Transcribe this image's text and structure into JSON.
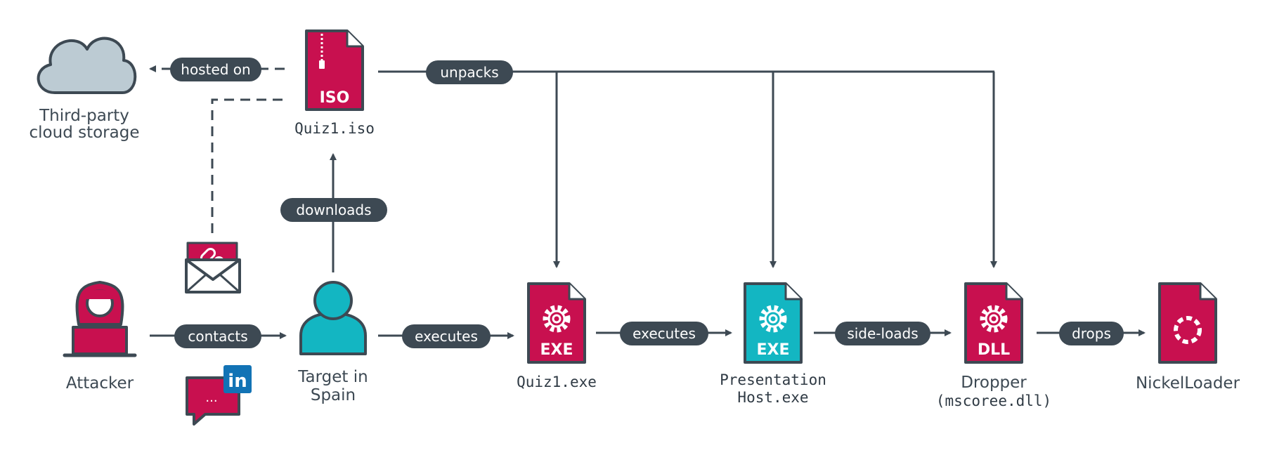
{
  "colors": {
    "crimson": "#c8104f",
    "teal": "#13b6c2",
    "slate": "#3d4953",
    "cloud": "#bccbd3",
    "linkedin": "#1273b5"
  },
  "nodes": {
    "cloud": {
      "label_lines": [
        "Third-party",
        "cloud storage"
      ],
      "icon": "cloud-icon"
    },
    "iso": {
      "badge": "ISO",
      "label": "Quiz1.iso",
      "icon": "zip-file-icon"
    },
    "attacker": {
      "label": "Attacker",
      "icon": "hooded-hacker-icon"
    },
    "target": {
      "label_lines": [
        "Target in",
        "Spain"
      ],
      "icon": "person-icon"
    },
    "quiz_exe": {
      "badge": "EXE",
      "label": "Quiz1.exe",
      "icon": "gear-file-icon"
    },
    "presentation": {
      "badge": "EXE",
      "label_lines": [
        "Presentation",
        "Host.exe"
      ],
      "icon": "gear-file-icon"
    },
    "dropper": {
      "badge": "DLL",
      "label_lines": [
        "Dropper",
        "(mscoree.dll)"
      ],
      "icon": "gear-file-icon"
    },
    "nickel": {
      "label": "NickelLoader",
      "icon": "loader-file-icon"
    },
    "email": {
      "icon": "email-link-icon"
    },
    "linkedin_msg": {
      "badge": "in",
      "dots": "...",
      "icon": "linkedin-message-icon"
    }
  },
  "edges": {
    "hosted_on": "hosted on",
    "unpacks": "unpacks",
    "downloads": "downloads",
    "contacts": "contacts",
    "executes_1": "executes",
    "executes_2": "executes",
    "side_loads": "side-loads",
    "drops": "drops"
  }
}
